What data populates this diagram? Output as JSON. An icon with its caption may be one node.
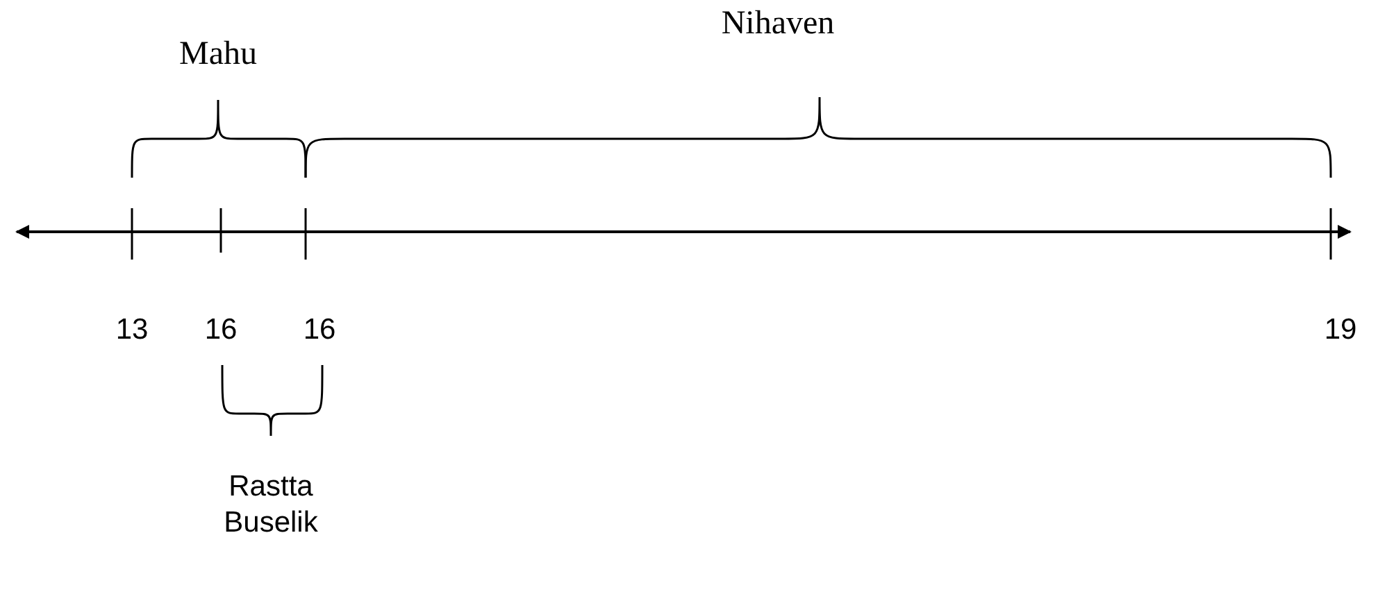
{
  "diagram": {
    "labels": [
      "Nihaven",
      "Mahu",
      "13",
      "16",
      "16",
      "19",
      "Rastta Buselik"
    ]
  }
}
